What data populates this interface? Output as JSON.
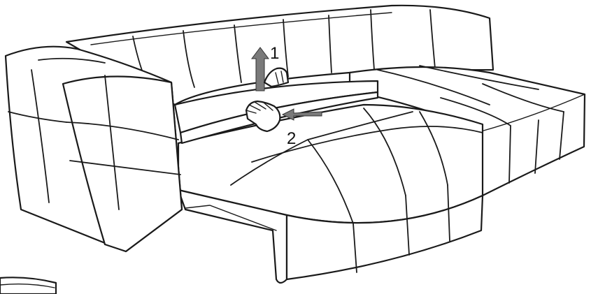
{
  "figure": {
    "steps": [
      {
        "label": "1",
        "action": "lift-up"
      },
      {
        "label": "2",
        "action": "pull-out"
      }
    ],
    "colors": {
      "line": "#1a1a1a",
      "arrow": "#7a7a7a",
      "background": "#ffffff"
    },
    "icons": [
      "hand-icon",
      "up-arrow-icon",
      "left-arrow-icon"
    ]
  }
}
